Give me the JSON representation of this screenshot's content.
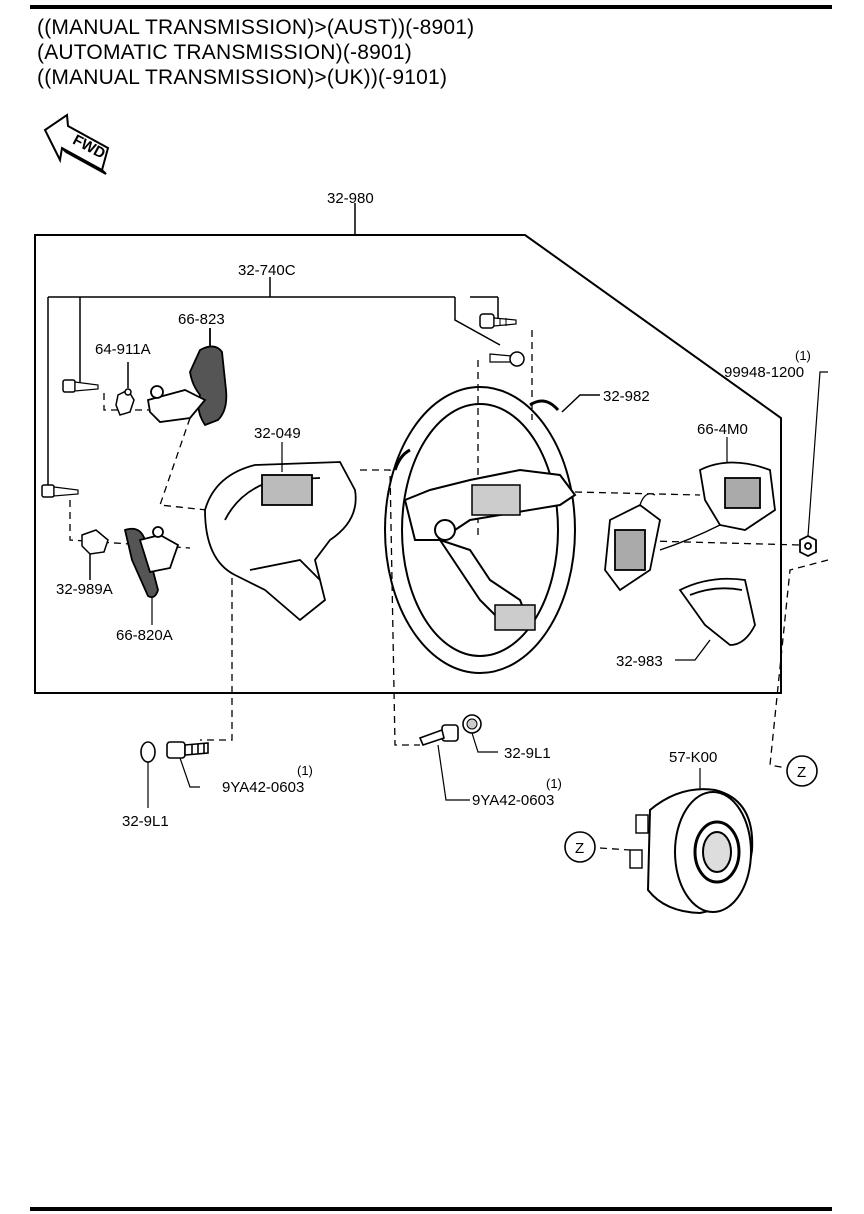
{
  "header": {
    "line1": "((MANUAL TRANSMISSION)>(AUST))(-8901)",
    "line2": "(AUTOMATIC TRANSMISSION)(-8901)",
    "line3": "((MANUAL TRANSMISSION)>(UK))(-9101)"
  },
  "fwd_label": "FWD",
  "callouts": {
    "assembly": "32-980",
    "wheel_core": "32-740C",
    "lever_right": "66-823",
    "clip_top": "64-911A",
    "cover": "32-049",
    "wheel": "32-982",
    "nut": "99948-1200",
    "nut_qty": "(1)",
    "switch_unit": "66-4M0",
    "clip_bottom": "32-989A",
    "lever_left": "66-820A",
    "garnish": "32-983",
    "cap_left": "32-9L1",
    "bolt_left": "9YA42-0603",
    "bolt_left_qty": "(1)",
    "cap_right": "32-9L1",
    "bolt_right": "9YA42-0603",
    "bolt_right_qty": "(1)",
    "airbag": "57-K00",
    "ref_z1": "Z",
    "ref_z2": "Z"
  }
}
